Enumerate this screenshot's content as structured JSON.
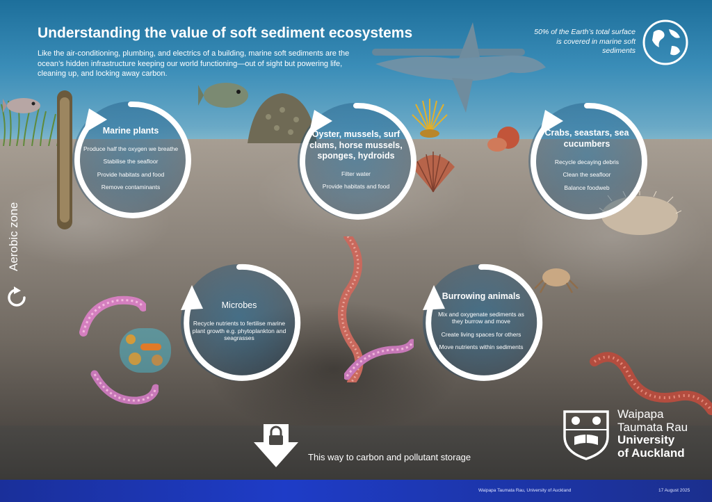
{
  "header": {
    "title": "Understanding the value of soft sediment ecosystems",
    "subtitle": "Like the air-conditioning, plumbing, and electrics of a building, marine soft sediments are the ocean’s hidden infrastructure keeping our world functioning—out of sight but powering life, cleaning up, and locking away carbon.",
    "stat": "50% of the Earth’s total surface is covered in marine soft sediments"
  },
  "cycles": {
    "marine_plants": {
      "title": "Marine plants",
      "items": [
        "Produce half the oxygen we breathe",
        "Stabilise the seafloor",
        "Provide habitats and food",
        "Remove contaminants"
      ]
    },
    "filter_feeders": {
      "title": "Oyster, mussels, surf clams, horse mussels, sponges, hydroids",
      "items": [
        "Filter water",
        "Provide habitats and food"
      ]
    },
    "crabs": {
      "title": "Crabs, seastars, sea cucumbers",
      "items": [
        "Recycle decaying debris",
        "Clean the seafloor",
        "Balance foodweb"
      ]
    },
    "microbes": {
      "title": "Microbes",
      "items": [
        "Recycle nutrients to fertilise marine plant growth e.g. phytoplankton and seagrasses"
      ]
    },
    "burrowing": {
      "title": "Burrowing animals",
      "items": [
        "Mix and oxygenate sediments as they burrow and move",
        "Create living spaces for others",
        "Move nutrients within sediments"
      ]
    }
  },
  "side_label": "Aerobic zone",
  "storage": {
    "text": "This way to carbon and pollutant storage"
  },
  "university": {
    "line1": "Waipapa",
    "line2": "Taumata Rau",
    "line3": "University",
    "line4": "of Auckland"
  },
  "footer": {
    "credit": "Waipapa Taumata Rau, University of Auckland",
    "date": "17 August 2025"
  },
  "colors": {
    "ocean": "#3a8db8",
    "sediment": "#8d857c",
    "footer": "#1e3cc7",
    "text": "#ffffff"
  }
}
